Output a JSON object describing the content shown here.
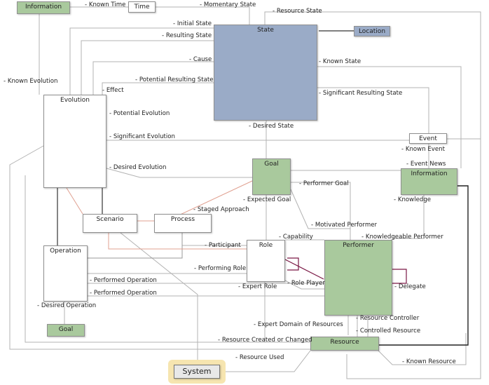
{
  "colors": {
    "state": "#9aabc7",
    "green": "#a9c99d",
    "plain": "#ffffff",
    "edge": "#b3b3b3",
    "salmon": "#e0a090",
    "plum": "#7a1845",
    "dark": "#222222",
    "glow": "#f6e5b0"
  },
  "nodes": {
    "information_top": "Information",
    "time": "Time",
    "state": "State",
    "location": "Location",
    "evolution": "Evolution",
    "event": "Event",
    "goal_main": "Goal",
    "information_right": "Information",
    "scenario": "Scenario",
    "process": "Process",
    "operation": "Operation",
    "role": "Role",
    "performer": "Performer",
    "goal_small": "Goal",
    "resource": "Resource",
    "system": "System"
  },
  "labels": {
    "known_time": "- Known Time",
    "momentary_state": "- Momentary State",
    "resource_state": "- Resource State",
    "initial_state": "- Initial State",
    "resulting_state": "- Resulting State",
    "cause": "- Cause",
    "known_state": "- Known State",
    "known_evolution": "- Known Evolution",
    "effect": "- Effect",
    "potential_resulting_state": "- Potential Resulting State",
    "significant_resulting_state": "- Significant Resulting State",
    "potential_evolution": "- Potential Evolution",
    "desired_state": "- Desired State",
    "significant_evolution": "- Significant Evolution",
    "known_event": "- Known Event",
    "event_news": "- Event News",
    "desired_evolution": "- Desired Evolution",
    "performer_goal": "- Performer Goal",
    "expected_goal": "- Expected Goal",
    "knowledge": "- Knowledge",
    "staged_approach": "- Staged Approach",
    "motivated_performer": "- Motivated Performer",
    "capability": "- Capability",
    "knowledgeable_performer": "- Knowledgeable Performer",
    "participant": "- Participant",
    "performing_role": "- Performing Role",
    "performed_operation_1": "- Performed Operation",
    "role_player": "- Role Player",
    "delegate": "- Delegate",
    "expert_role": "- Expert Role",
    "performed_operation_2": "- Performed Operation",
    "desired_operation": "- Desired Operation",
    "resource_controller": "- Resource Controller",
    "expert_domain": "- Expert Domain of Resources",
    "controlled_resource": "- Controlled Resource",
    "resource_created": "- Resource Created or Changed",
    "resource_used": "- Resource Used",
    "known_resource": "- Known Resource"
  }
}
